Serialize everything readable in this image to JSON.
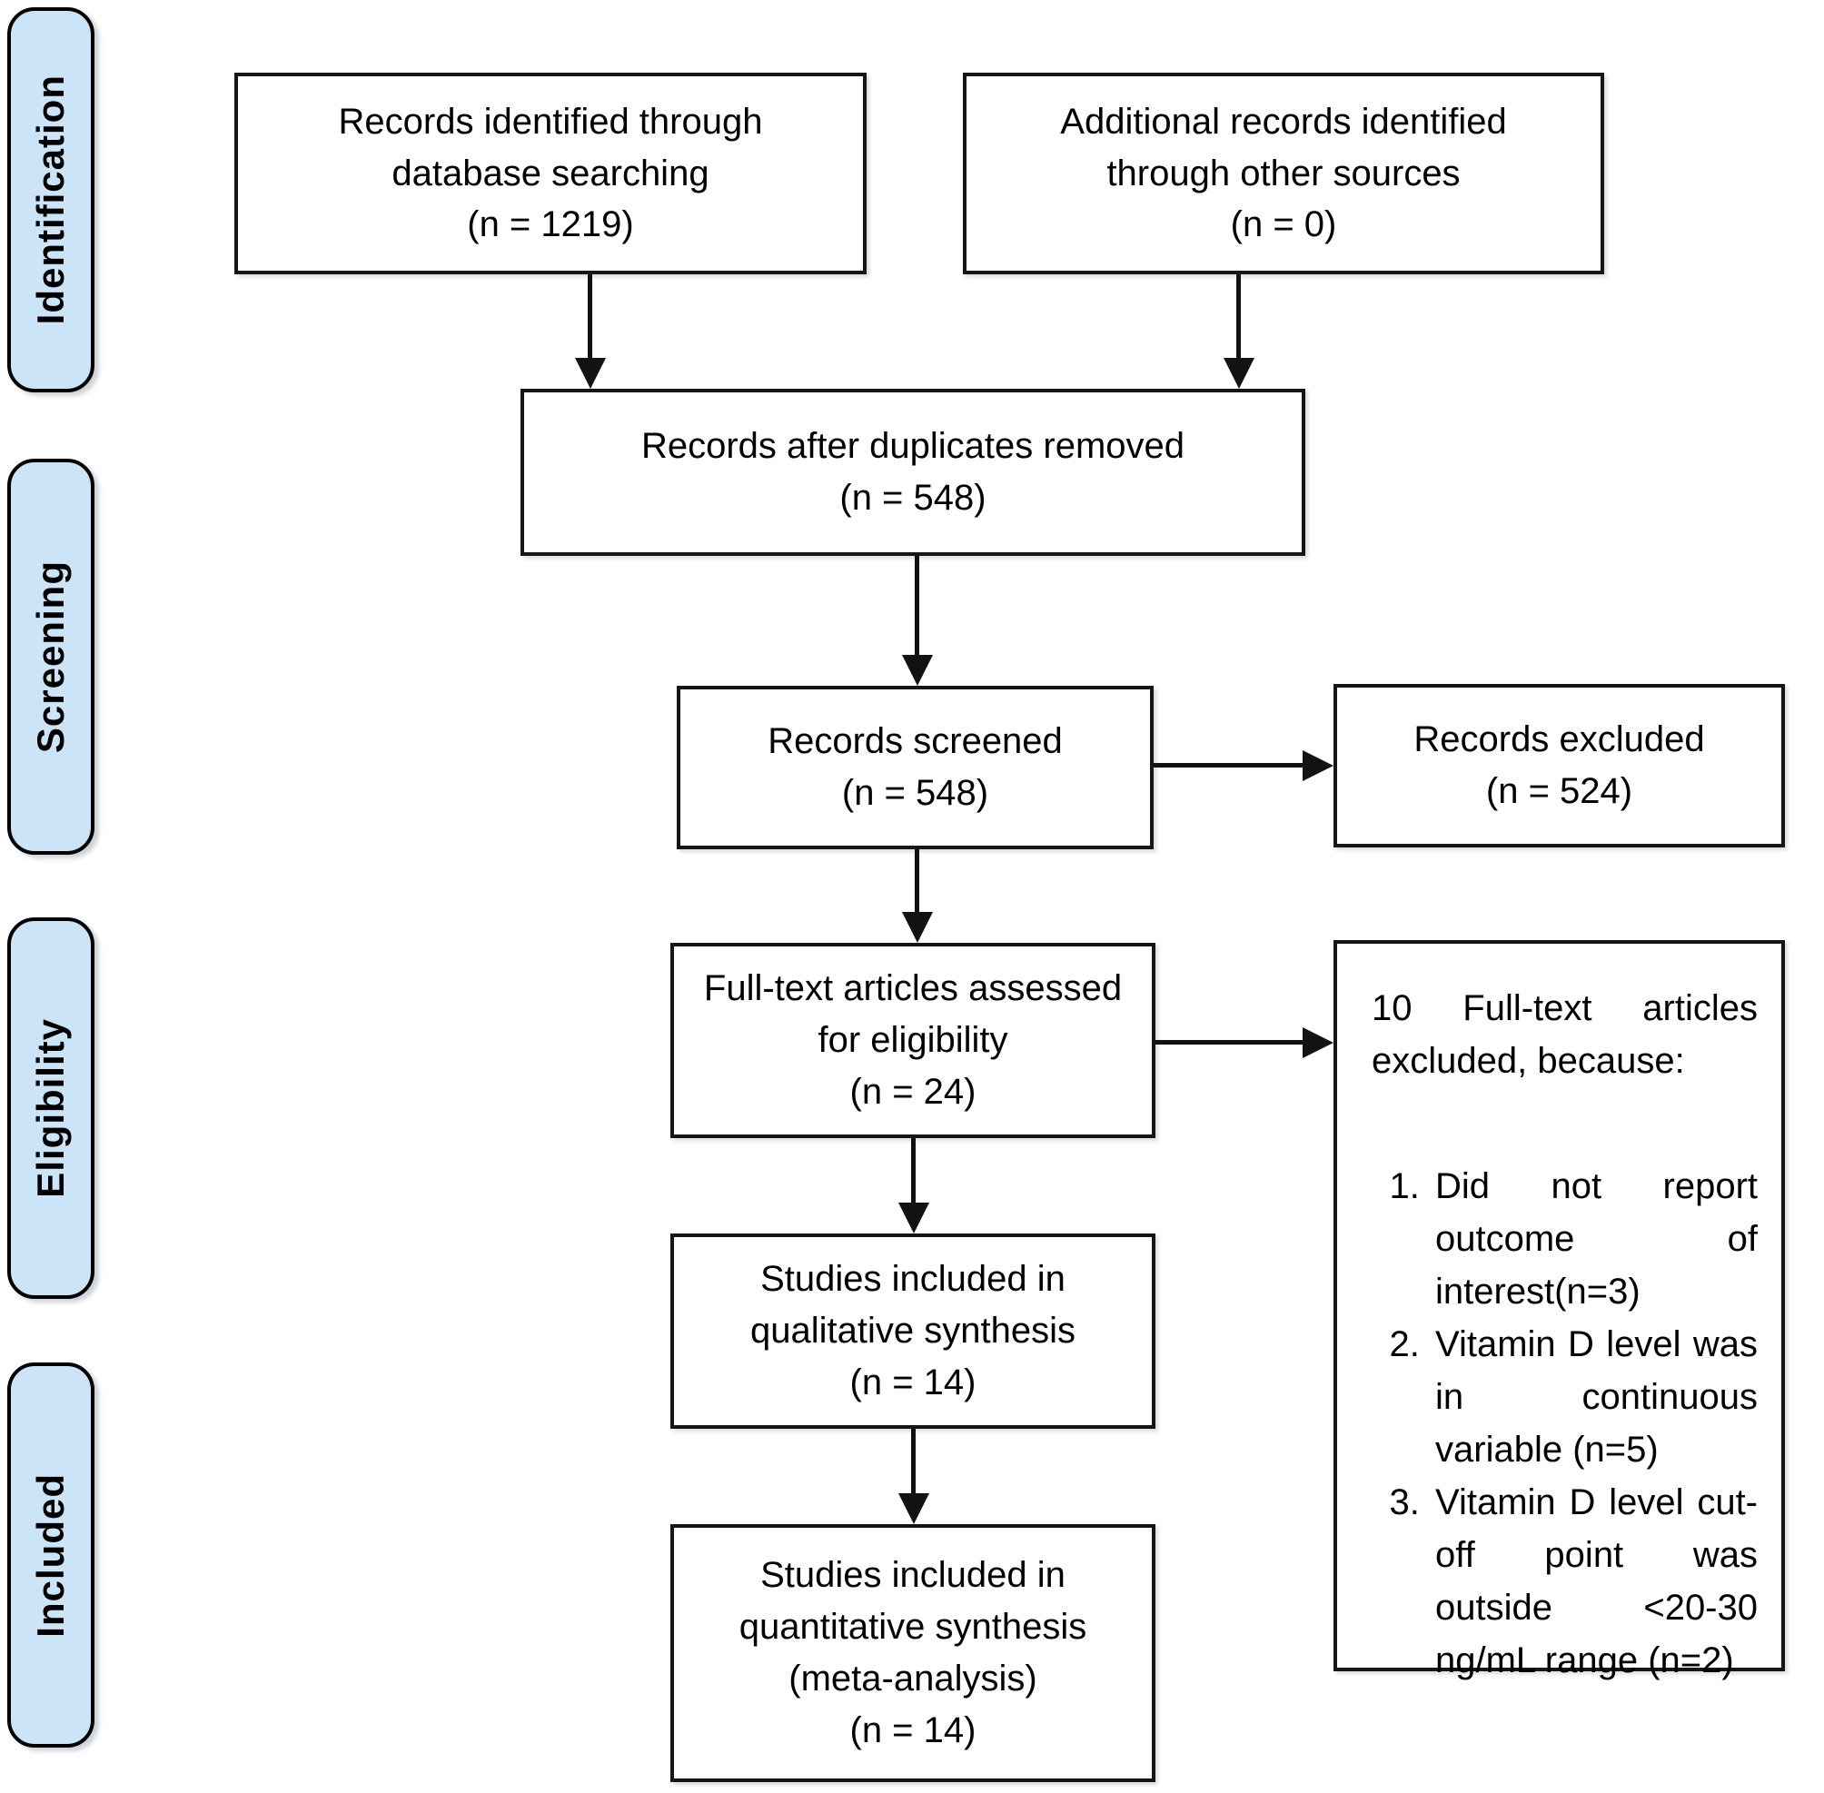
{
  "stages": [
    {
      "label": "Identification"
    },
    {
      "label": "Screening"
    },
    {
      "label": "Eligibility"
    },
    {
      "label": "Included"
    }
  ],
  "boxes": {
    "records_database": "Records identified through\ndatabase searching\n(n = 1219)",
    "records_other": "Additional records identified\nthrough other sources\n(n = 0)",
    "duplicates_removed": "Records after duplicates removed\n(n = 548)",
    "records_screened": "Records screened\n(n = 548)",
    "records_excluded": "Records excluded\n(n = 524)",
    "fulltext_assessed": "Full-text articles assessed\nfor eligibility\n(n = 24)",
    "qualitative_synthesis": "Studies included in\nqualitative synthesis\n(n = 14)",
    "quantitative_synthesis": "Studies included in\nquantitative synthesis\n(meta-analysis)\n(n = 14)"
  },
  "exclusion_reasons": {
    "heading": "10 Full-text articles excluded, because:",
    "items": [
      "Did not report outcome of interest(n=3)",
      "Vitamin D level was in continuous variable (n=5)",
      "Vitamin D level cut-off point was outside <20-30 ng/mL range (n=2)"
    ]
  },
  "colors": {
    "stage_fill": "#cbe4f7",
    "stage_border": "#000000",
    "box_border": "#161616",
    "arrow": "#121212",
    "background": "#ffffff"
  }
}
